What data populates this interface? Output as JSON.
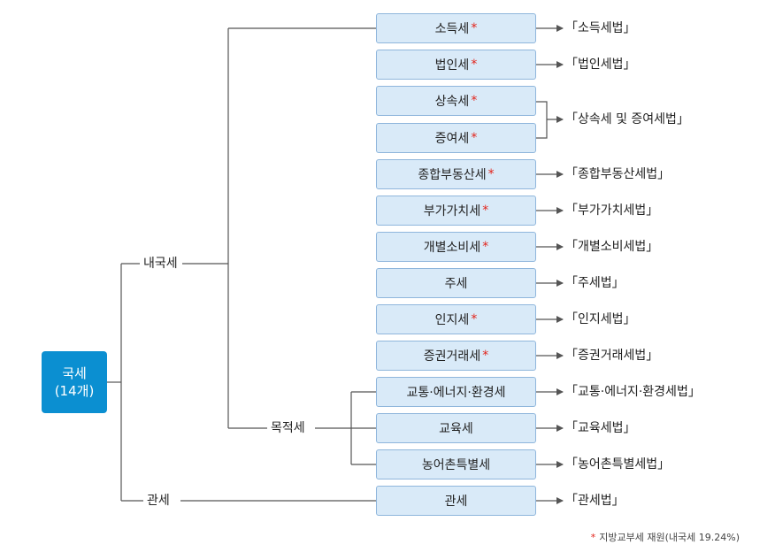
{
  "root": {
    "title": "국세",
    "count": "(14개)"
  },
  "groups": {
    "domestic": "내국세",
    "purpose": "목적세",
    "customs": "관세"
  },
  "taxes": [
    {
      "name": "소득세",
      "star": "*",
      "law": "「소득세법」"
    },
    {
      "name": "법인세",
      "star": "*",
      "law": "「법인세법」"
    },
    {
      "name": "상속세",
      "star": "*",
      "law": "「상속세 및 증여세법」"
    },
    {
      "name": "증여세",
      "star": "*",
      "law": ""
    },
    {
      "name": "종합부동산세",
      "star": "*",
      "law": "「종합부동산세법」"
    },
    {
      "name": "부가가치세",
      "star": "*",
      "law": "「부가가치세법」"
    },
    {
      "name": "개별소비세",
      "star": "*",
      "law": "「개별소비세법」"
    },
    {
      "name": "주세",
      "star": "",
      "law": "「주세법」"
    },
    {
      "name": "인지세",
      "star": "*",
      "law": "「인지세법」"
    },
    {
      "name": "증권거래세",
      "star": "*",
      "law": "「증권거래세법」"
    },
    {
      "name": "교통·에너지·환경세",
      "star": "",
      "law": "「교통·에너지·환경세법」"
    },
    {
      "name": "교육세",
      "star": "",
      "law": "「교육세법」"
    },
    {
      "name": "농어촌특별세",
      "star": "",
      "law": "「농어촌특별세법」"
    },
    {
      "name": "관세",
      "star": "",
      "law": "「관세법」"
    }
  ],
  "footnote": {
    "star": "*",
    "text": "지방교부세 재원(내국세 19.24%)"
  },
  "colors": {
    "root_fill": "#0b8fd1",
    "box_fill": "#d9eaf8",
    "box_border": "#8fb6dc",
    "star": "#e2231a",
    "line": "#555555"
  }
}
